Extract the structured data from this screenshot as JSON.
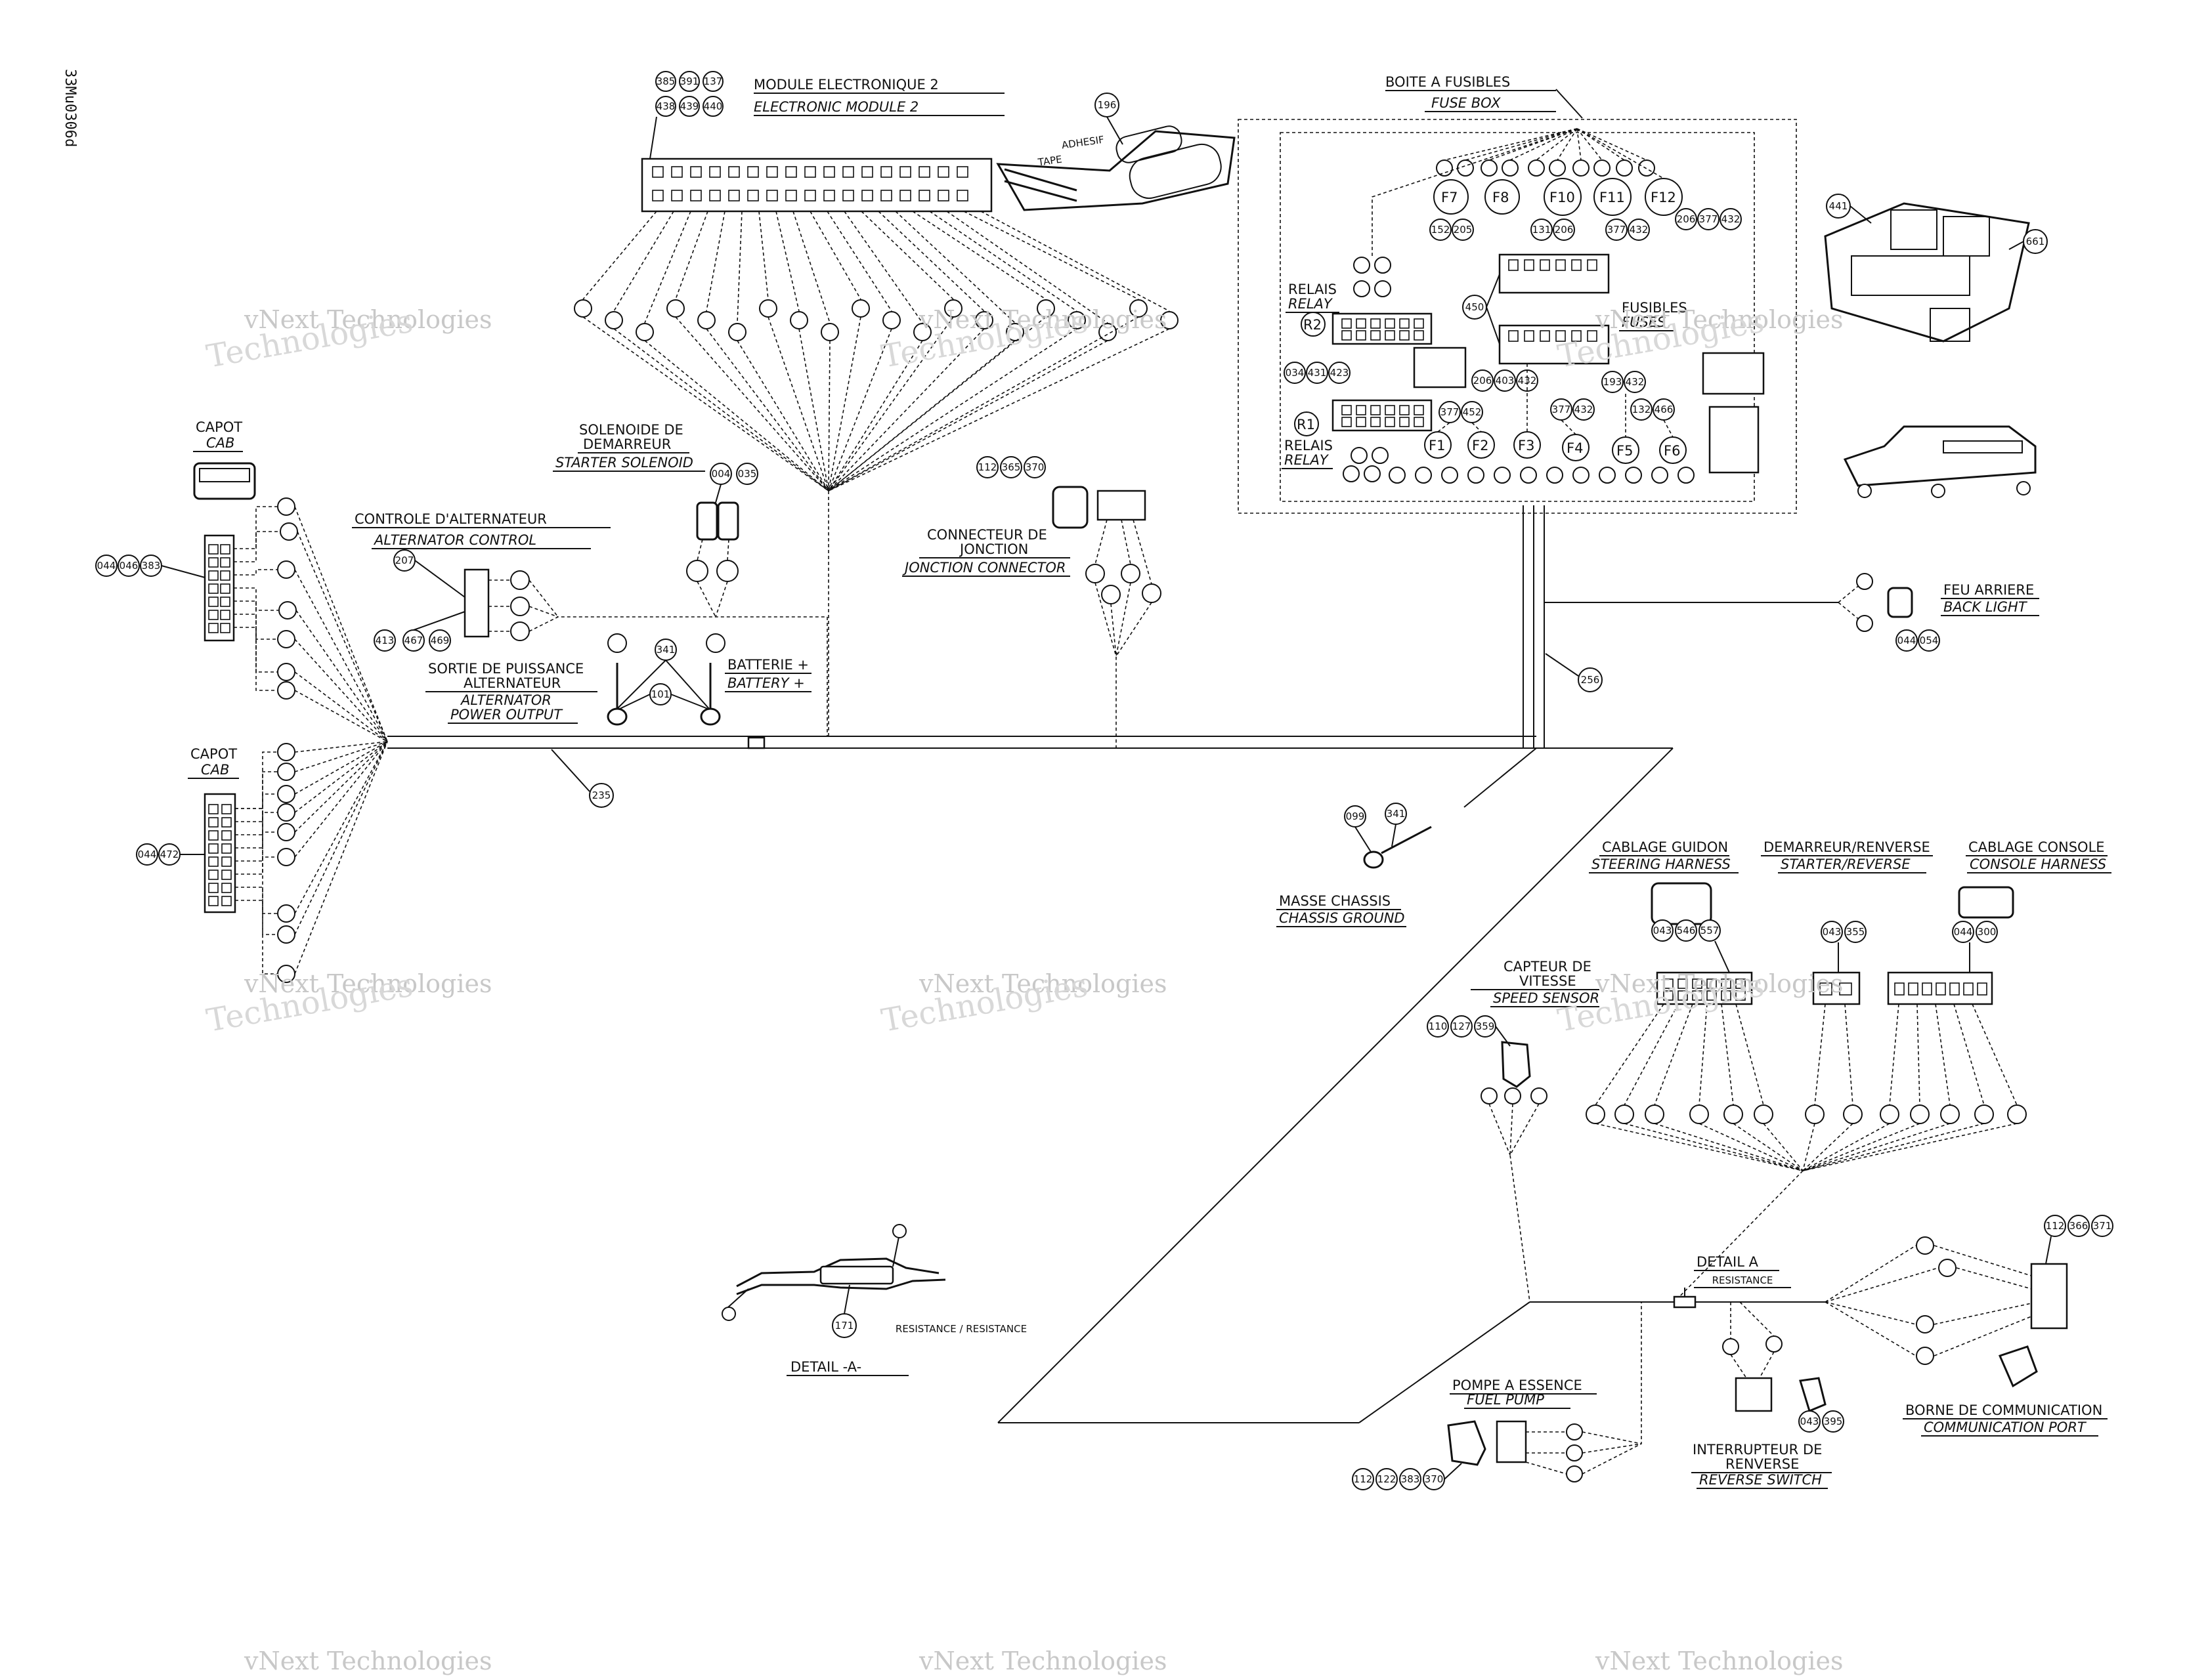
{
  "doc_code": "33Mu0306d",
  "watermark": {
    "line1": "vNext Technologies",
    "line2": "Technologies"
  },
  "labels": {
    "module_fr": "MODULE ELECTRONIQUE 2",
    "module_en": "ELECTRONIC MODULE 2",
    "adhesive_fr": "ADHESIF",
    "adhesive_en": "TAPE",
    "fusebox_fr": "BOITE A FUSIBLES",
    "fusebox_en": "FUSE BOX",
    "relais_fr": "RELAIS",
    "relay_en": "RELAY",
    "fuses_fr": "FUSIBLES",
    "fuses_en": "FUSES",
    "cab1_fr": "CAPOT",
    "cab1_en": "CAB",
    "cab2_fr": "CAPOT",
    "cab2_en": "CAB",
    "alt_ctrl_fr": "CONTROLE D'ALTERNATEUR",
    "alt_ctrl_en": "ALTERNATOR CONTROL",
    "solenoid_fr1": "SOLENOIDE DE",
    "solenoid_fr2": "DEMARREUR",
    "solenoid_en": "STARTER SOLENOID",
    "junction_fr1": "CONNECTEUR DE",
    "junction_fr2": "JONCTION",
    "junction_en": "JONCTION CONNECTOR",
    "alt_out_fr1": "SORTIE DE PUISSANCE",
    "alt_out_fr2": "ALTERNATEUR",
    "alt_out_en1": "ALTERNATOR",
    "alt_out_en2": "POWER OUTPUT",
    "battery_fr": "BATTERIE +",
    "battery_en": "BATTERY +",
    "backlight_fr": "FEU ARRIERE",
    "backlight_en": "BACK LIGHT",
    "ground_fr": "MASSE CHASSIS",
    "ground_en": "CHASSIS GROUND",
    "steering_fr": "CABLAGE GUIDON",
    "steering_en": "STEERING HARNESS",
    "starter_rev_fr": "DEMARREUR/RENVERSE",
    "starter_rev_en": "STARTER/REVERSE",
    "console_fr": "CABLAGE CONSOLE",
    "console_en": "CONSOLE HARNESS",
    "speed_fr1": "CAPTEUR DE",
    "speed_fr2": "VITESSE",
    "speed_en": "SPEED SENSOR",
    "detail_a": "DETAIL A",
    "resistance_small": "RESISTANCE",
    "detail_a_big": "DETAIL -A-",
    "resistance_label": "RESISTANCE / RESISTANCE",
    "fuel_fr": "POMPE A ESSENCE",
    "fuel_en": "FUEL PUMP",
    "rev_switch_fr1": "INTERRUPTEUR DE",
    "rev_switch_fr2": "RENVERSE",
    "rev_switch_en": "REVERSE SWITCH",
    "comm_fr": "BORNE DE COMMUNICATION",
    "comm_en": "COMMUNICATION PORT"
  },
  "fuses": [
    "F7",
    "F8",
    "F10",
    "F11",
    "F12",
    "F1",
    "F2",
    "F3",
    "F4",
    "F5",
    "F6"
  ],
  "relays": [
    "R2",
    "R1"
  ],
  "refs": {
    "module": [
      "385",
      "391",
      "137",
      "438",
      "439",
      "440"
    ],
    "tape": "196",
    "fusebox_top_a": [
      "152",
      "205"
    ],
    "fusebox_top_b": [
      "131",
      "206"
    ],
    "fusebox_top_c": [
      "377",
      "432"
    ],
    "fusebox_top_d": [
      "206",
      "377",
      "432"
    ],
    "relay_mid": [
      "034",
      "431",
      "423"
    ],
    "fuse_450": "450",
    "fuse_mid_a": [
      "206",
      "403",
      "432"
    ],
    "fuse_mid_b": [
      "193",
      "432"
    ],
    "fuse_mid_c": [
      "377",
      "432"
    ],
    "fuse_mid_d": [
      "132",
      "466"
    ],
    "fuse_mid_e": [
      "377",
      "452"
    ],
    "fusebox_icon": [
      "441",
      "661"
    ],
    "cab1": [
      "044",
      "046",
      "383"
    ],
    "cab2": [
      "044",
      "472"
    ],
    "alt_ctrl_top": "207",
    "alt_ctrl_bot": [
      "413",
      "467",
      "469"
    ],
    "solenoid": [
      "004",
      "035"
    ],
    "junction": [
      "112",
      "365",
      "370"
    ],
    "battery_top": "341",
    "battery_mid": "101",
    "backlight": [
      "044",
      "054"
    ],
    "harness_main": "235",
    "harness_right": "256",
    "ground": [
      "099",
      "341"
    ],
    "steering": [
      "043",
      "546",
      "557"
    ],
    "starter_rev": [
      "043",
      "355"
    ],
    "console": [
      "044",
      "300"
    ],
    "speed": [
      "110",
      "127",
      "359"
    ],
    "detail_resistance": "171",
    "fuel": [
      "112",
      "122",
      "383",
      "370"
    ],
    "rev_switch": [
      "043",
      "395"
    ],
    "comm": [
      "112",
      "366",
      "371"
    ]
  }
}
